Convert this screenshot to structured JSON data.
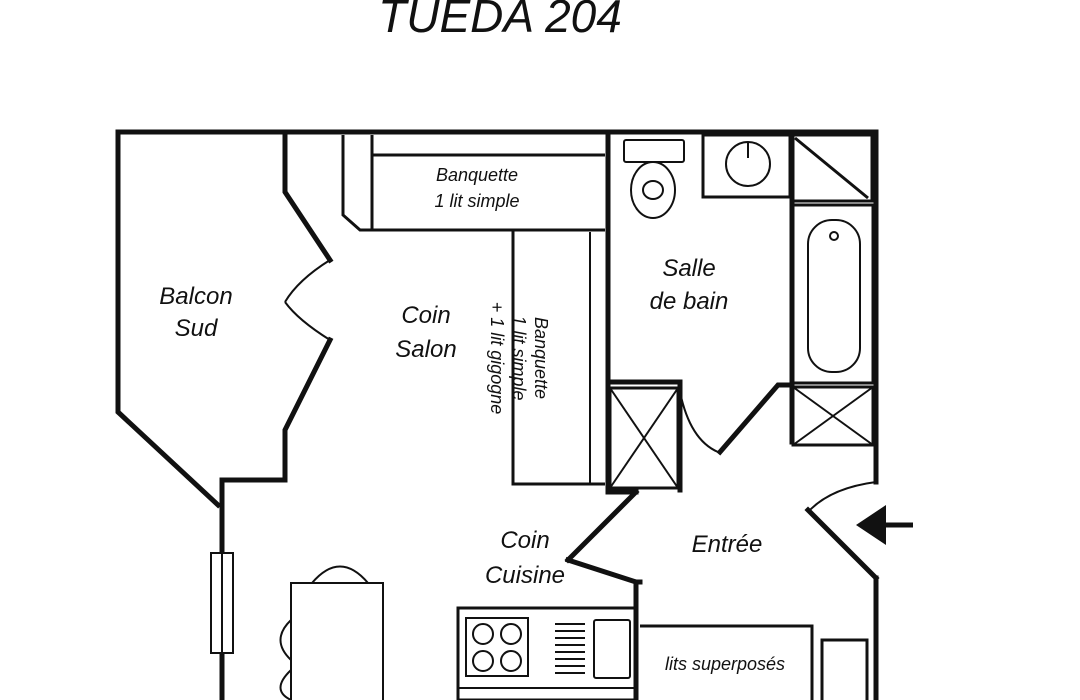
{
  "title": "TUEDA 204",
  "rooms": {
    "balcony": [
      "Balcon",
      "Sud"
    ],
    "living": [
      "Coin",
      "Salon"
    ],
    "bathroom": [
      "Salle",
      "de bain"
    ],
    "kitchen": [
      "Coin",
      "Cuisine"
    ],
    "entrance": "Entrée"
  },
  "furniture": {
    "bench_top": [
      "Banquette",
      "1 lit simple"
    ],
    "bench_side": [
      "Banquette",
      "1 lit simple",
      "+ 1 lit gigogne"
    ],
    "bunk_beds": "lits superposés"
  }
}
